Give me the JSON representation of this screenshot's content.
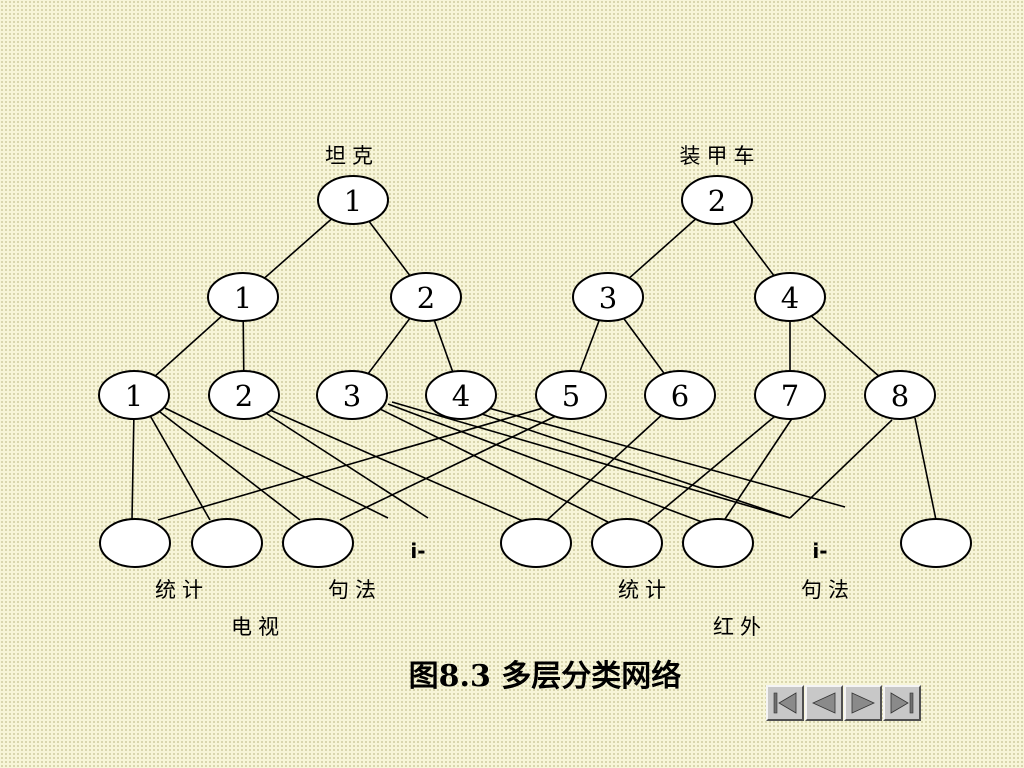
{
  "groups": [
    {
      "name": "坦克"
    },
    {
      "name": "装甲车"
    }
  ],
  "tree": {
    "roots": [
      "1",
      "2"
    ],
    "level2": [
      "1",
      "2",
      "3",
      "4"
    ],
    "level3": [
      "1",
      "2",
      "3",
      "4",
      "5",
      "6",
      "7",
      "8"
    ]
  },
  "ellipsis_marks": [
    "i-",
    "i-"
  ],
  "feature_labels": [
    "统计",
    "句法",
    "统计",
    "句法"
  ],
  "modality_labels": [
    "电视",
    "红外"
  ],
  "caption": "图8.3  多层分类网络",
  "nav": {
    "buttons": [
      {
        "name": "first",
        "icon": "first-page-icon"
      },
      {
        "name": "previous",
        "icon": "previous-page-icon"
      },
      {
        "name": "next",
        "icon": "next-page-icon"
      },
      {
        "name": "last",
        "icon": "last-page-icon"
      }
    ]
  }
}
